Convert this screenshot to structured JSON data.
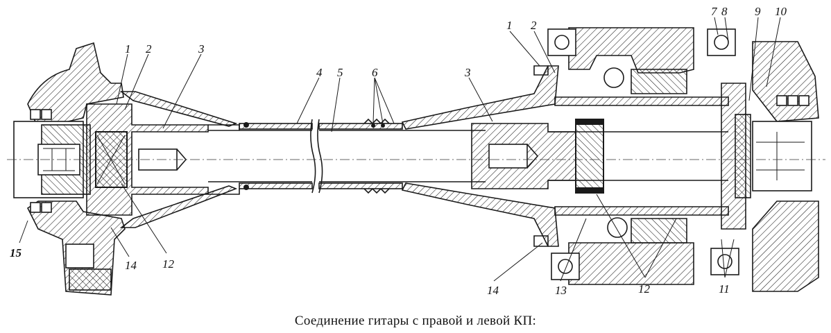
{
  "caption": "Соединение гитары с правой и левой КП:",
  "callouts": [
    {
      "id": "l1",
      "text": "1"
    },
    {
      "id": "l2",
      "text": "2"
    },
    {
      "id": "l3",
      "text": "3"
    },
    {
      "id": "c4",
      "text": "4"
    },
    {
      "id": "c5",
      "text": "5"
    },
    {
      "id": "c6",
      "text": "6"
    },
    {
      "id": "r1",
      "text": "1"
    },
    {
      "id": "r2",
      "text": "2"
    },
    {
      "id": "r3",
      "text": "3"
    },
    {
      "id": "r7",
      "text": "7"
    },
    {
      "id": "r8",
      "text": "8"
    },
    {
      "id": "r9",
      "text": "9"
    },
    {
      "id": "r10",
      "text": "10"
    },
    {
      "id": "r11",
      "text": "11"
    },
    {
      "id": "r12",
      "text": "12"
    },
    {
      "id": "r13",
      "text": "13"
    },
    {
      "id": "r14",
      "text": "14"
    },
    {
      "id": "l12",
      "text": "12"
    },
    {
      "id": "l14",
      "text": "14"
    },
    {
      "id": "l15",
      "text": "15"
    }
  ]
}
